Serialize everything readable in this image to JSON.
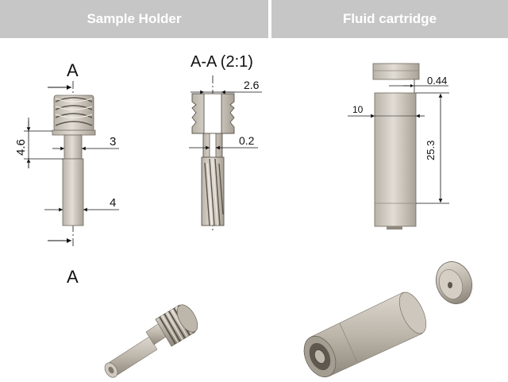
{
  "headers": {
    "sample_holder": "Sample Holder",
    "fluid_cartridge": "Fluid cartridge"
  },
  "sample_holder": {
    "section_marker_top": "A",
    "section_marker_bottom": "A",
    "section_title": "A-A (2:1)",
    "dims": {
      "height": "4.6",
      "neck_diameter": "3",
      "rod_diameter": "4",
      "thread_width": "2.6",
      "wall": "0.2"
    }
  },
  "fluid_cartridge": {
    "dims": {
      "gap": "0.44",
      "diameter": "10",
      "length": "25.3"
    }
  },
  "colors": {
    "header_bg": "#c6c6c6",
    "metal": "#cdc8bf",
    "metal_dark": "#8f887d",
    "line": "#111111"
  }
}
